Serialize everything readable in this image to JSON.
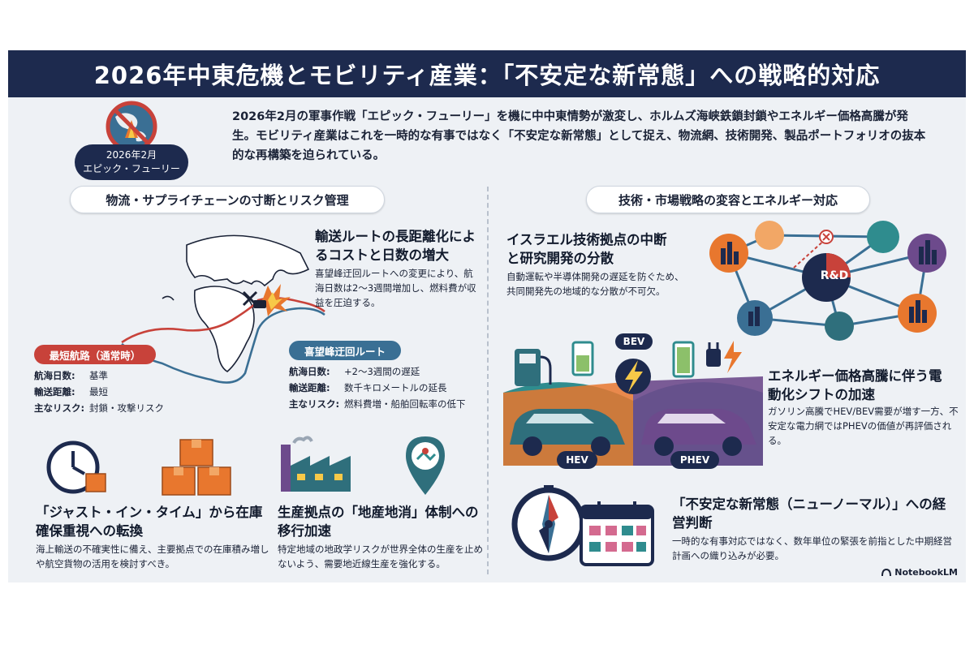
{
  "title": "2026年中東危機とモビリティ産業：「不安定な新常態」への戦略的対応",
  "intro": {
    "badge_line1": "2026年2月",
    "badge_line2": "エピック・フューリー",
    "text": "2026年2月の軍事作戦「エピック・フューリー」を機に中中東情勢が激変し、ホルムズ海峡鉄鎖封鎖やエネルギー価格高騰が発生。モビリティ産業はこれを一時的な有事ではなく「不安定な新常態」として捉え、物流網、技術開発、製品ポートフォリオの抜本的な再構築を迫られている。"
  },
  "left_section": {
    "title": "物流・サプライチェーンの寸断とリスク管理",
    "route_heading": "輸送ルートの長距離化によるコストと日数の増大",
    "route_body": "喜望峰迂回ルートへの変更により、航海日数は2〜3週間増加し、燃料費が収益を圧迫する。",
    "normal_route": {
      "tag": "最短航路（通常時）",
      "rows": [
        {
          "key": "航海日数:",
          "value": "基準"
        },
        {
          "key": "輸送距離:",
          "value": "最短"
        },
        {
          "key": "主なリスク:",
          "value": "封鎖・攻撃リスク"
        }
      ]
    },
    "cape_route": {
      "tag": "喜望峰迂回ルート",
      "rows": [
        {
          "key": "航海日数:",
          "value": "+2〜3週間の遅延"
        },
        {
          "key": "輸送距離:",
          "value": "数千キロメートルの延長"
        },
        {
          "key": "主なリスク:",
          "value": "燃料費増・船舶回転率の低下"
        }
      ]
    },
    "inventory_heading": "「ジャスト・イン・タイム」から在庫確保重視への転換",
    "inventory_body": "海上輸送の不確実性に備え、主要拠点での在庫積み増しや航空貨物の活用を検討すべき。",
    "production_heading": "生産拠点の「地産地消」体制への移行加速",
    "production_body": "特定地域の地政学リスクが世界全体の生産を止めないよう、需要地近線生産を強化する。"
  },
  "right_section": {
    "title": "技術・市場戦略の変容とエネルギー対応",
    "rnd_heading": "イスラエル技術拠点の中断と研究開発の分散",
    "rnd_body": "自動運転や半導体開発の遅延を防ぐため、共同開発先の地域的な分散が不可欠。",
    "rnd_label": "R&D",
    "ev_heading": "エネルギー価格高騰に伴う電動化シフトの加速",
    "ev_body": "ガソリン高騰でHEV/BEV需要が増す一方、不安定な電力網ではPHEVの価値が再評価される。",
    "bev_label": "BEV",
    "hev_label": "HEV",
    "phev_label": "PHEV",
    "mgmt_heading": "「不安定な新常態（ニューノーマル）」への経営判断",
    "mgmt_body": "一時的な有事対応ではなく、数年単位の緊張を前指とした中期経営計画への織り込みが必要。"
  },
  "brand": "NotebookLM",
  "colors": {
    "navy": "#1d2a4e",
    "red_route": "#c8423a",
    "blue_route": "#3a6f94",
    "orange": "#e8772e",
    "teal": "#2f8c8e",
    "purple": "#6d4a8c"
  }
}
